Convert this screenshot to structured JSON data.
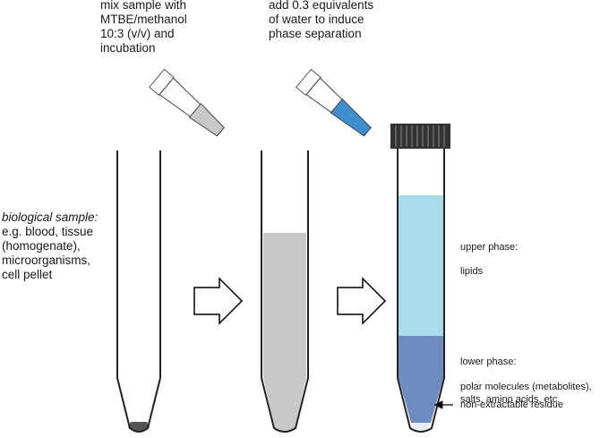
{
  "steps": {
    "step1": "mix sample with\nMTBE/methanol\n10:3 (v/v) and\nincubation",
    "step2": "add 0.3 equivalents\nof water to induce\nphase separation"
  },
  "sample": {
    "heading": "biological sample:",
    "examples": "e.g. blood, tissue\n(homogenate),\nmicroorganisms,\ncell pellet"
  },
  "phases": {
    "upper_heading": "upper phase:",
    "upper_content": "lipids",
    "lower_heading": "lower phase:",
    "lower_content": "polar molecules (metabolites),\nsalts, amino acids, etc.",
    "residue": "non-extractable residue"
  },
  "colors": {
    "sample_dark": "#555555",
    "methanol_grey": "#c8c8c8",
    "water_blue": "#3f8fd0",
    "upper_phase": "#a8dcea",
    "lower_phase": "#6e8cbf",
    "cap": "#333333"
  }
}
